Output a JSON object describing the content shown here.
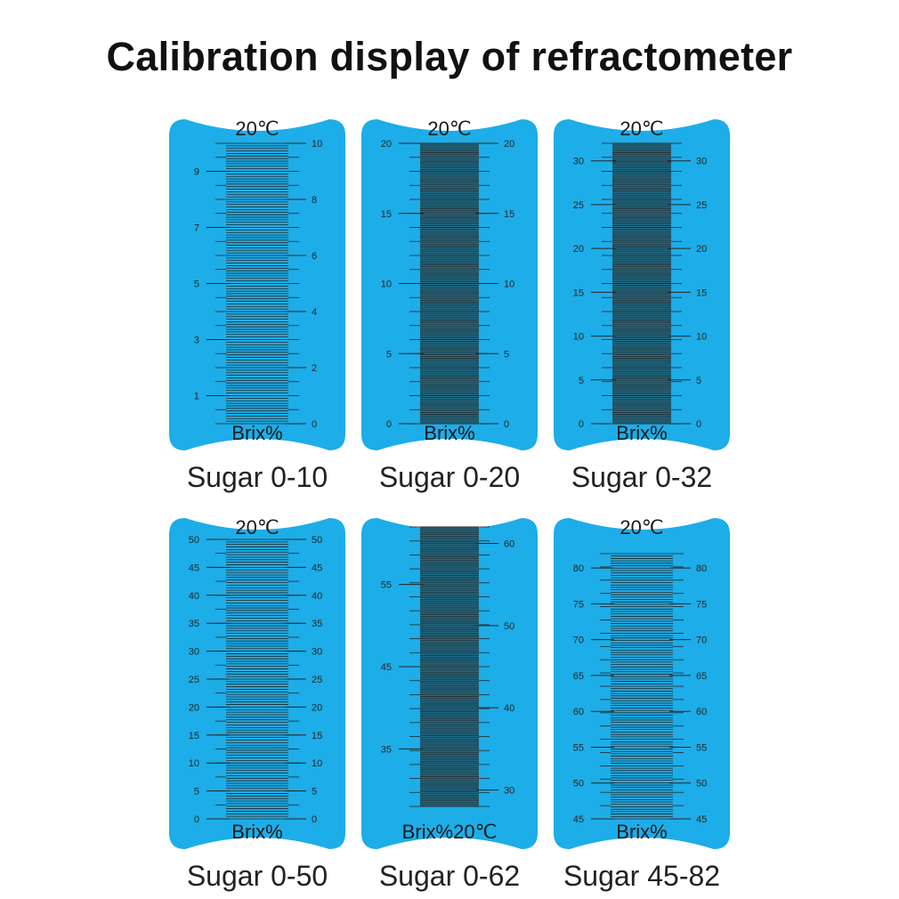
{
  "title": "Calibration display of refractometer",
  "colors": {
    "screen": "#1dade8",
    "scale": "#262626",
    "dense_band": "#1d7a9b"
  },
  "panels": [
    {
      "caption": "Sugar 0-10",
      "top_label": "20℃",
      "bottom_label": "Brix%",
      "scale_min": 0,
      "scale_max": 10,
      "dense": false,
      "left_labels": [
        "1",
        "3",
        "5",
        "7",
        "9"
      ],
      "right_labels": [
        "0",
        "2",
        "4",
        "6",
        "8",
        "10"
      ]
    },
    {
      "caption": "Sugar 0-20",
      "top_label": "20℃",
      "bottom_label": "Brix%",
      "scale_min": 0,
      "scale_max": 20,
      "dense": true,
      "left_labels": [
        "0",
        "5",
        "10",
        "15",
        "20"
      ],
      "right_labels": [
        "0",
        "5",
        "10",
        "15",
        "20"
      ]
    },
    {
      "caption": "Sugar 0-32",
      "top_label": "20℃",
      "bottom_label": "Brix%",
      "scale_min": 0,
      "scale_max": 32,
      "dense": true,
      "left_labels": [
        "0",
        "5",
        "10",
        "15",
        "20",
        "25",
        "30"
      ],
      "right_labels": [
        "0",
        "5",
        "10",
        "15",
        "20",
        "25",
        "30"
      ]
    },
    {
      "caption": "Sugar 0-50",
      "top_label": "20℃",
      "bottom_label": "Brix%",
      "scale_min": 0,
      "scale_max": 50,
      "dense": false,
      "left_labels": [
        "0",
        "5",
        "10",
        "15",
        "20",
        "25",
        "30",
        "35",
        "40",
        "45",
        "50"
      ],
      "right_labels": [
        "0",
        "5",
        "10",
        "15",
        "20",
        "25",
        "30",
        "35",
        "40",
        "45",
        "50"
      ]
    },
    {
      "caption": "Sugar 0-62",
      "top_label": "",
      "bottom_label": "Brix%20℃",
      "scale_min": 28,
      "scale_max": 62,
      "dense": true,
      "left_labels": [
        "35",
        "45",
        "55"
      ],
      "right_labels": [
        "30",
        "40",
        "50",
        "60"
      ]
    },
    {
      "caption": "Sugar 45-82",
      "top_label": "20℃",
      "bottom_label": "Brix%",
      "scale_min": 45,
      "scale_max": 82,
      "dense": false,
      "left_labels": [
        "45",
        "50",
        "55",
        "60",
        "65",
        "70",
        "75",
        "80"
      ],
      "right_labels": [
        "45",
        "50",
        "55",
        "60",
        "65",
        "70",
        "75",
        "80"
      ]
    }
  ]
}
